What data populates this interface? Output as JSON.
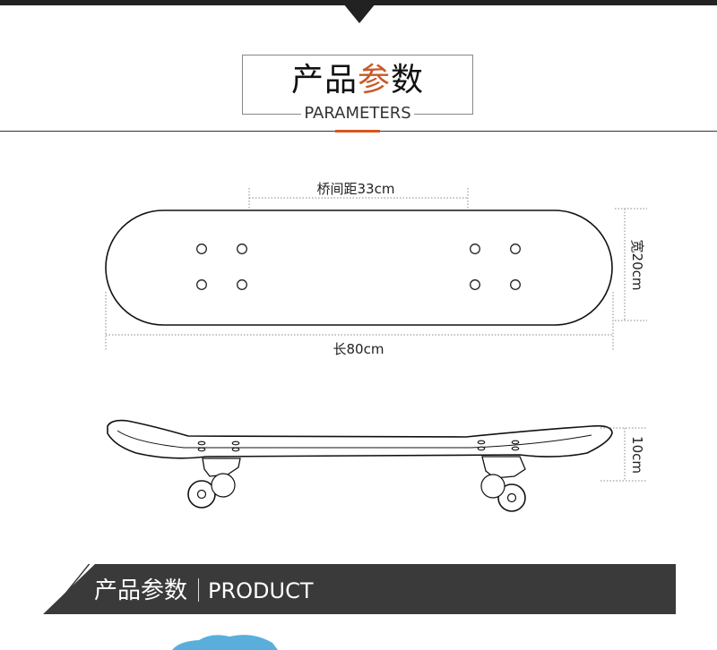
{
  "header": {
    "title_cn_part1": "产品",
    "title_cn_accent": "参",
    "title_cn_part2": "数",
    "title_en": "PARAMETERS"
  },
  "dimensions": {
    "truck_distance": "桥间距33cm",
    "width": "宽20cm",
    "length": "长80cm",
    "height": "10cm"
  },
  "footer": {
    "title_cn": "产品参数",
    "title_en": "PRODUCT"
  },
  "colors": {
    "accent": "#d9541c",
    "dark": "#333333",
    "footer_band": "#3a3a3a",
    "deco_blue": "#5aaedc"
  }
}
